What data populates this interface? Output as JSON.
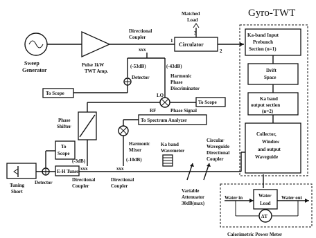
{
  "title": "Gyro-TWT",
  "labels": {
    "matched_load": [
      "Matched",
      "Load"
    ],
    "directional_coupler_top": [
      "Directional",
      "Coupler"
    ],
    "circulator": "Circulator",
    "port1": "1",
    "port2": "2",
    "port3": "3",
    "sweep_generator": [
      "Sweep",
      "Generator"
    ],
    "twt_amp": [
      "Pulse 1kW",
      "TWT Amp."
    ],
    "att_53": "(-53dB)",
    "att_43": "(-43dB)",
    "detector_upper": "Detector",
    "harmonic_phase_disc": [
      "Harmonic",
      "Phase",
      "Discriminator"
    ],
    "to_scope_left": "To Scope",
    "lo": "LO",
    "rf": "RF",
    "to_scope_right": "To Scope",
    "phase_signal": "Phase Signal",
    "phase_shifter": [
      "Phase",
      "Shifter"
    ],
    "to_spectrum_analyzer": "To Spectrum Analyzer",
    "harmonic_mixer": [
      "Harmonic",
      "Mixer"
    ],
    "att_10": "(-10dB)",
    "ka_wavemeter": [
      "Ka band",
      "Wavemeter"
    ],
    "to_scope_lower": [
      "To",
      "Scope"
    ],
    "att_3": "(-3dB)",
    "eh_tuner": "E-H Tuner",
    "tuning_short": [
      "Tuning",
      "Short"
    ],
    "detector_lower": "Detector",
    "dc_lower_left": [
      "Directional",
      "Coupler"
    ],
    "dc_lower_mid": [
      "Directional",
      "Coupler"
    ],
    "circular_wg_dc": [
      "Circular",
      "Waveguide",
      "Directional",
      "Coupler"
    ],
    "variable_attenuator": [
      "Variable",
      "Attenuator",
      "30dB(max)"
    ],
    "gyro_input": [
      "Ka-band Input",
      "Prebunch",
      "Section (n=1)"
    ],
    "drift_space": [
      "Drift",
      "Space"
    ],
    "ka_output": [
      "Ka band",
      "output section",
      "(n=2)"
    ],
    "collector": [
      "Collector,",
      "Window",
      "and output",
      "Waveguide"
    ],
    "water_in": "Water in",
    "water_load": [
      "Water",
      "Load"
    ],
    "water_out": "Water out",
    "delta_t": "ΔT",
    "calorimetric": "Calorimetric Power Meter",
    "xxx": "xxx"
  }
}
